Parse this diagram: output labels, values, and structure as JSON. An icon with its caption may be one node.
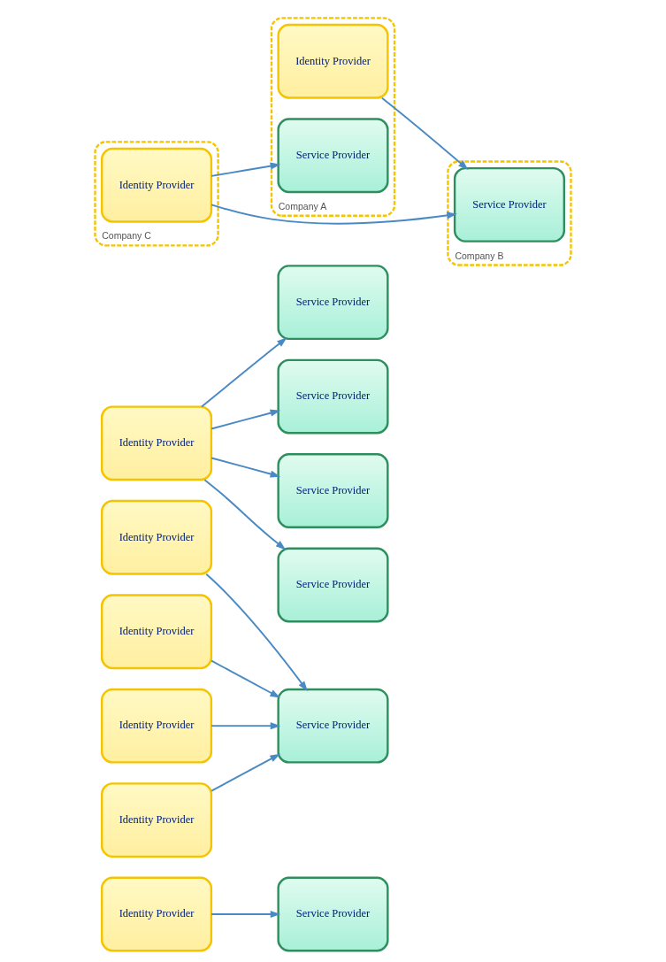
{
  "diagram": {
    "nodes": [
      {
        "text": [
          "Identity Provider"
        ]
      },
      {
        "text": [
          "Service Provider"
        ]
      },
      {
        "text": [
          "Identity Provider"
        ]
      },
      {
        "text": [
          "Identity Provider"
        ]
      },
      {
        "text": [
          "Identity Provider"
        ]
      },
      {
        "text": [
          "Identity Provider"
        ]
      },
      {
        "text": [
          "Service Provider"
        ]
      },
      {
        "text": [
          "Identity Provider"
        ]
      },
      {
        "text": [
          "Service Provider"
        ]
      },
      {
        "text": [
          "Service Provider"
        ]
      },
      {
        "text": [
          "Service Provider"
        ]
      },
      {
        "text": [
          "Service Provider"
        ]
      },
      {
        "text": [
          "Company A"
        ]
      },
      {
        "text": [
          "Identity Provider"
        ],
        "in": 12
      },
      {
        "text": [
          "Service Provider"
        ],
        "in": 12
      },
      {
        "text": [
          "Company C"
        ]
      },
      {
        "text": [
          "Identity Provider"
        ],
        "in": 15
      },
      {
        "text": [
          "Company B"
        ]
      },
      {
        "text": [
          "Service Provider"
        ],
        "in": 17
      }
    ],
    "edges": [
      {
        "from": 0,
        "to": 1,
        "arrow": "to"
      },
      {
        "from": 2,
        "to": 6,
        "arrow": "to"
      },
      {
        "from": 3,
        "to": 6,
        "arrow": "to"
      },
      {
        "from": 4,
        "to": 6,
        "arrow": "to"
      },
      {
        "from": 5,
        "to": 6,
        "arrow": "to"
      },
      {
        "from": 7,
        "to": 8,
        "arrow": "to"
      },
      {
        "from": 7,
        "to": 9,
        "arrow": "to"
      },
      {
        "from": 7,
        "to": 10,
        "arrow": "to"
      },
      {
        "from": 7,
        "to": 11,
        "arrow": "to"
      },
      {
        "from": 13,
        "to": 18,
        "arrow": "to"
      },
      {
        "from": 16,
        "to": 14,
        "arrow": "to"
      },
      {
        "from": 16,
        "to": 18,
        "arrow": "to"
      }
    ]
  }
}
